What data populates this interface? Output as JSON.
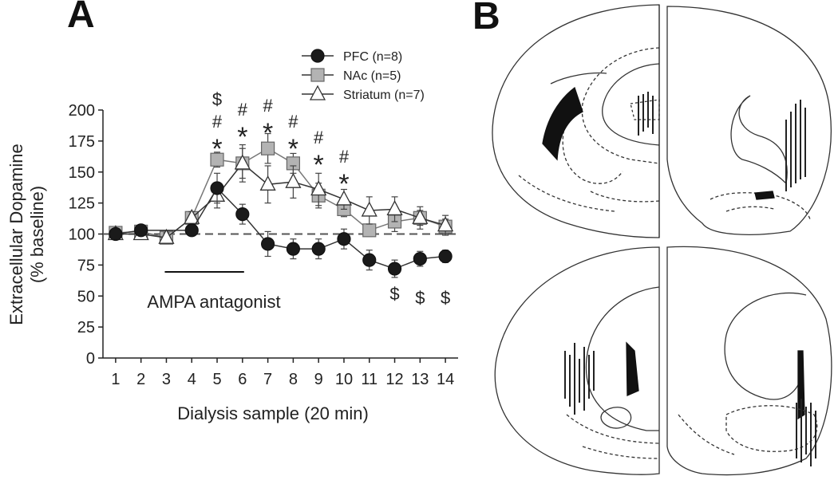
{
  "panels": {
    "a_label": "A",
    "b_label": "B"
  },
  "chart_data": {
    "type": "line",
    "xlabel": "Dialysis sample (20 min)",
    "ylabel_line1": "Extracellular Dopamine",
    "ylabel_line2": "(% baseline)",
    "x": [
      1,
      2,
      3,
      4,
      5,
      6,
      7,
      8,
      9,
      10,
      11,
      12,
      13,
      14
    ],
    "ylim": [
      0,
      200
    ],
    "yticks": [
      0,
      25,
      50,
      75,
      100,
      125,
      150,
      175,
      200
    ],
    "baseline": 100,
    "grid": false,
    "legend_position": "top-right",
    "series": [
      {
        "name": "PFC (n=8)",
        "marker": "circle",
        "color": "#1a1a1a",
        "values": [
          100,
          103,
          null,
          103,
          137,
          116,
          92,
          88,
          88,
          96,
          79,
          72,
          80,
          82
        ],
        "errors": [
          3,
          3,
          0,
          3,
          12,
          8,
          10,
          8,
          8,
          8,
          8,
          7,
          6,
          5
        ]
      },
      {
        "name": "NAc (n=5)",
        "marker": "square",
        "color": "#b3b3b3",
        "values": [
          101,
          102,
          97,
          113,
          160,
          157,
          169,
          157,
          131,
          120,
          103,
          110,
          113,
          106
        ],
        "errors": [
          4,
          3,
          5,
          5,
          6,
          12,
          12,
          8,
          10,
          6,
          5,
          8,
          6,
          6
        ]
      },
      {
        "name": "Striatum (n=7)",
        "marker": "triangle",
        "color": "#ffffff",
        "values": [
          100,
          100,
          97,
          113,
          131,
          157,
          140,
          142,
          136,
          128,
          119,
          120,
          113,
          107
        ],
        "errors": [
          4,
          3,
          4,
          5,
          10,
          15,
          15,
          13,
          13,
          8,
          11,
          10,
          9,
          8
        ]
      }
    ],
    "annotations": [
      {
        "x": 5,
        "symbols": [
          "$",
          "#",
          "*"
        ]
      },
      {
        "x": 6,
        "symbols": [
          "#",
          "*"
        ]
      },
      {
        "x": 7,
        "symbols": [
          "#",
          "*"
        ]
      },
      {
        "x": 8,
        "symbols": [
          "#",
          "*"
        ]
      },
      {
        "x": 9,
        "symbols": [
          "#",
          "*"
        ]
      },
      {
        "x": 10,
        "symbols": [
          "#",
          "*"
        ]
      },
      {
        "x": 12,
        "symbols": [
          "$"
        ]
      },
      {
        "x": 13,
        "symbols": [
          "$"
        ]
      },
      {
        "x": 14,
        "symbols": [
          "$"
        ]
      }
    ],
    "treatment": {
      "label": "AMPA antagonist",
      "x_start": 3,
      "x_end": 6
    }
  }
}
